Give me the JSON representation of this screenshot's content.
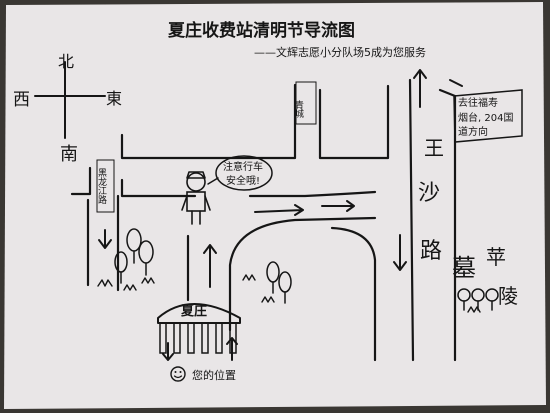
{
  "map": {
    "title": "夏庄收费站清明节导流图",
    "subtitle": "——文辉志愿小分队场5成为您服务",
    "compass": {
      "north": "北",
      "south": "南",
      "east": "東",
      "west": "西"
    },
    "roads": {
      "left_vertical": "黑龙江路",
      "top_middle": "青城",
      "right_vertical": {
        "char1": "王",
        "char2": "沙",
        "char3": "路"
      }
    },
    "right_sign": {
      "line1": "去往福寿",
      "line2": "烟台, 204国",
      "line3": "道方向"
    },
    "cemetery": {
      "char1": "墓",
      "char2": "陵",
      "extra": "苹"
    },
    "officer_speech": {
      "line1": "注意行车",
      "line2": "安全哦!"
    },
    "toll_station": {
      "label": "夏庄"
    },
    "you_are_here": "您的位置",
    "colors": {
      "paper": "#e9e6e7",
      "ink": "#161616",
      "background": "#3a3733"
    },
    "icons": [
      "smiley-icon",
      "tree-icon",
      "grass-icon",
      "arrow-icon",
      "officer-icon"
    ]
  }
}
